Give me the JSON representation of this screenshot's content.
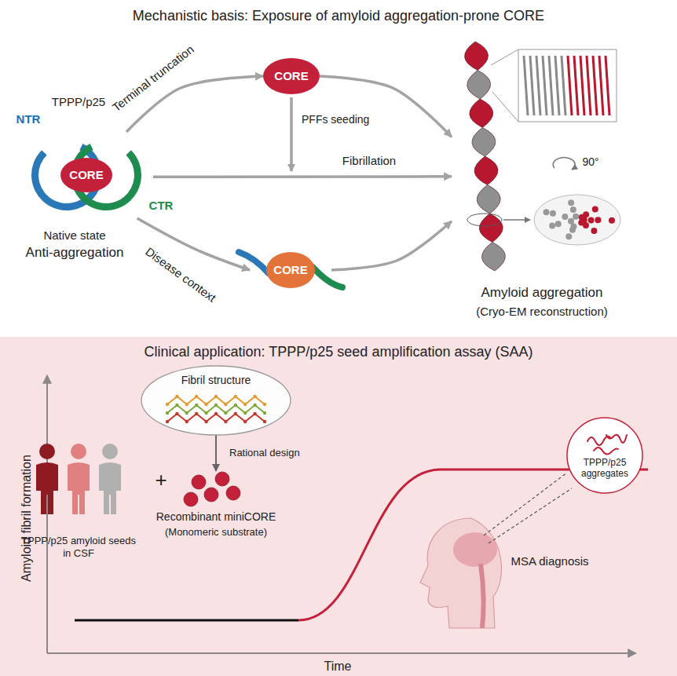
{
  "diagram": {
    "nodes": [
      {
        "text": [
          "Mechanistic basis: Exposure of amyloid aggregation-prone CORE"
        ]
      },
      {
        "text": [
          "CORE"
        ],
        "in": 0
      },
      {
        "text": [
          "CORE"
        ],
        "in": 0
      },
      {
        "text": [
          "CORE"
        ],
        "in": 0
      },
      {
        "text": [
          "Amyloid aggregation",
          "(Cryo-EM reconstruction)"
        ],
        "in": 0
      },
      {
        "text": [
          "Clinical application: TPPP/p25 seed amplification assay (SAA)"
        ]
      },
      {
        "text": [
          "Fibril structure"
        ],
        "in": 5
      },
      {
        "text": [
          "Recombinant miniCORE",
          "(Monomeric substrate)"
        ],
        "in": 5
      },
      {
        "text": [
          "TPPP/p25 aggregates"
        ],
        "in": 5
      }
    ],
    "edges": [
      {
        "from": 1,
        "to": 2,
        "arrow": "to",
        "label": "Terminal truncation"
      },
      {
        "from": 2,
        "to": 4,
        "arrow": "to"
      },
      {
        "from": 1,
        "to": 4,
        "arrow": "to",
        "label": "Fibrillation"
      },
      {
        "from": 1,
        "to": 3,
        "arrow": "to",
        "label": "Disease context"
      },
      {
        "from": 3,
        "to": 4,
        "arrow": "to"
      },
      {
        "from": 6,
        "to": 7,
        "arrow": "to",
        "label": "Rational design"
      }
    ],
    "labels": [
      "TPPP/p25",
      "NTR",
      "CTR",
      "Native state",
      "Anti-aggregation",
      "PFFs seeding",
      "90°",
      "Amyloid fibril formation",
      "Time",
      "TPPP/p25 amyloid seeds in CSF",
      "+",
      "MSA diagnosis"
    ]
  }
}
